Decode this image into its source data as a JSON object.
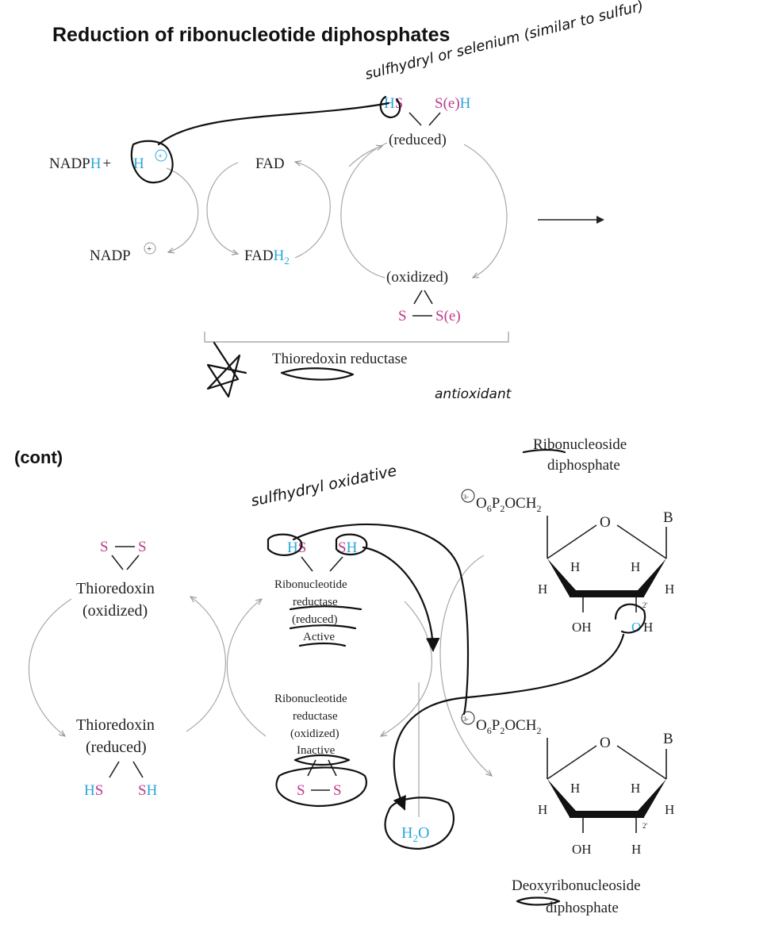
{
  "title": "Reduction of ribonucleotide diphosphates",
  "top": {
    "handwritten_note": "sulfhydryl or selenium (similar to sulfur)",
    "reduced_label": "(reduced)",
    "oxidized_label": "(oxidized)",
    "hs_left": "HS",
    "hs_right": "S(e)H",
    "nadph_prefix": "NADP",
    "nadph_h": "H",
    "plus": "+",
    "proton": "H",
    "charge": "+",
    "fad": "FAD",
    "fadh_prefix": "FAD",
    "fadh_h": "H",
    "fadh_sub": "2",
    "nadp": "NADP",
    "s_left": "S",
    "se_right": "S(e)",
    "enzyme": "Thioredoxin reductase",
    "antioxidant_note": "antioxidant"
  },
  "bottom": {
    "cont": "(cont)",
    "handwritten_note": "sulfhydryl oxidative",
    "ribonucleoside_line1": "Ribonucleoside",
    "ribonucleoside_line2": "diphosphate",
    "phosphate_charge": "3-",
    "phosphate_group": "O6P2OCH2",
    "ring_o": "O",
    "base": "B",
    "h": "H",
    "oh": "OH",
    "oh_o": "O",
    "two_prime": "2'",
    "trx_ss_s1": "S",
    "trx_ss_s2": "S",
    "thioredoxin": "Thioredoxin",
    "oxidized": "(oxidized)",
    "reduced": "(reduced)",
    "rnr_hs": "HS",
    "rnr_sh": "SH",
    "rnr_name": "Ribonucleotide",
    "rnr_reductase": "reductase",
    "rnr_reduced": "(reduced)",
    "rnr_active": "Active",
    "rnr_oxidized": "(oxidized)",
    "rnr_inactive": "Inactive",
    "rnr_s1": "S",
    "rnr_s2": "S",
    "trx_hs": "HS",
    "trx_sh": "SH",
    "water_h": "H",
    "water_sub": "2",
    "water_o": "O",
    "deoxy_line1": "Deoxyribonucleoside",
    "deoxy_line2": "diphosphate"
  }
}
